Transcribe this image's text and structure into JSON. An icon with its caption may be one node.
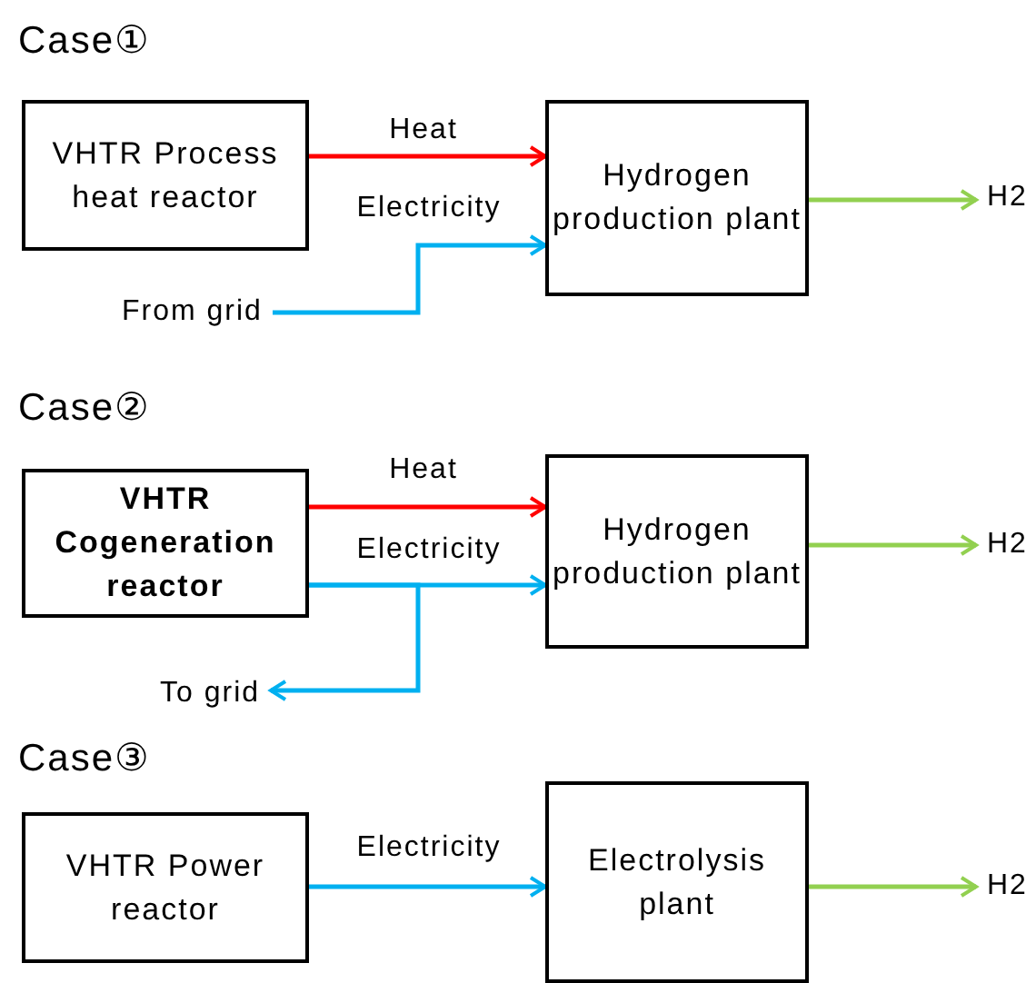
{
  "diagram": {
    "nodes": [
      {
        "text": [
          "VHTR Process heat reactor"
        ]
      },
      {
        "text": [
          "Hydrogen production plant"
        ]
      },
      {
        "text": [
          "H2"
        ]
      },
      {
        "text": [
          "From grid"
        ]
      },
      {
        "text": [
          "VHTR Cogeneration reactor"
        ]
      },
      {
        "text": [
          "Hydrogen production plant"
        ]
      },
      {
        "text": [
          "H2"
        ]
      },
      {
        "text": [
          "To grid"
        ]
      },
      {
        "text": [
          "VHTR Power reactor"
        ]
      },
      {
        "text": [
          "Electrolysis plant"
        ]
      },
      {
        "text": [
          "H2"
        ]
      }
    ],
    "edges": [
      {
        "from": 0,
        "to": 1,
        "arrow": "to",
        "label": "Heat",
        "color": "#ff0000"
      },
      {
        "from": 3,
        "to": 1,
        "arrow": "to",
        "label": "Electricity",
        "color": "#00b0f0"
      },
      {
        "from": 1,
        "to": 2,
        "arrow": "to",
        "color": "#92d050"
      },
      {
        "from": 4,
        "to": 5,
        "arrow": "to",
        "label": "Heat",
        "color": "#ff0000"
      },
      {
        "from": 4,
        "to": 5,
        "arrow": "to",
        "label": "Electricity",
        "color": "#00b0f0"
      },
      {
        "from": 4,
        "to": 7,
        "arrow": "to",
        "color": "#00b0f0"
      },
      {
        "from": 5,
        "to": 6,
        "arrow": "to",
        "color": "#92d050"
      },
      {
        "from": 8,
        "to": 9,
        "arrow": "to",
        "label": "Electricity",
        "color": "#00b0f0"
      },
      {
        "from": 9,
        "to": 10,
        "arrow": "to",
        "color": "#92d050"
      }
    ],
    "labels": [
      "Case①",
      "Case②",
      "Case③"
    ]
  }
}
